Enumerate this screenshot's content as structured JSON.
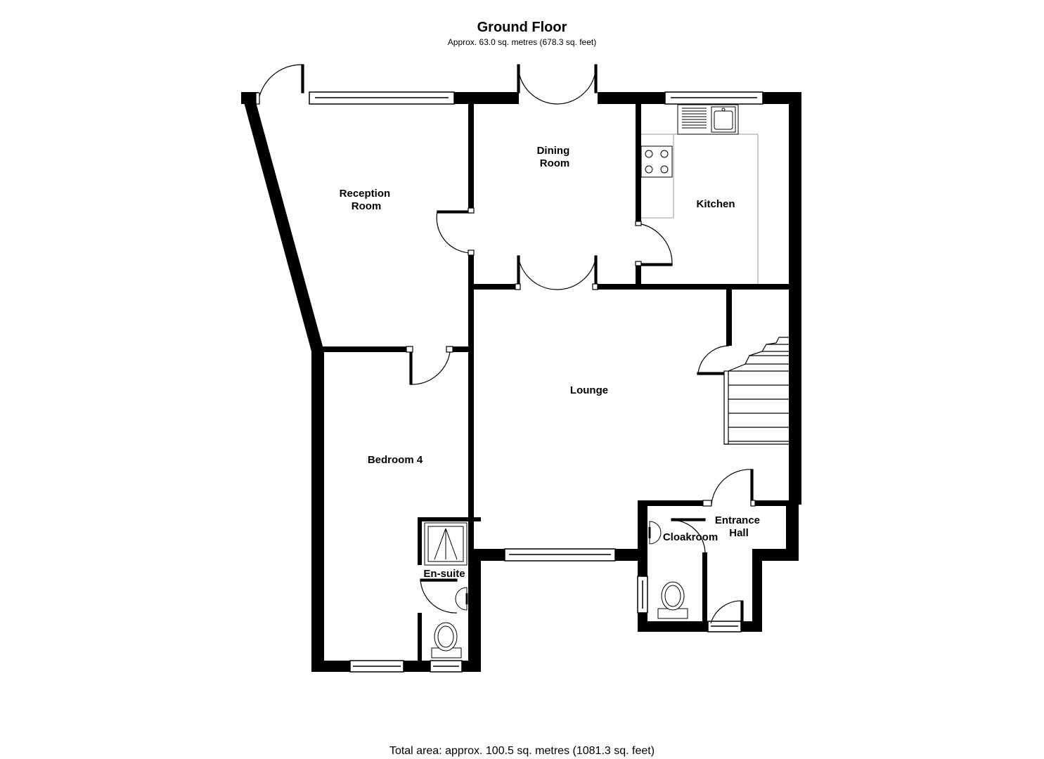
{
  "header": {
    "title": "Ground Floor",
    "subtitle": "Approx.  63.0 sq. metres (678.3 sq. feet)"
  },
  "rooms": {
    "reception": [
      "Reception",
      "Room"
    ],
    "dining": [
      "Dining",
      "Room"
    ],
    "kitchen": "Kitchen",
    "lounge": "Lounge",
    "bedroom4": "Bedroom 4",
    "ensuite": "En-suite",
    "cloakroom": "Cloakroom",
    "entrance": [
      "Entrance",
      "Hall"
    ]
  },
  "footer": {
    "total": "Total area: approx. 100.5 sq. metres (1081.3 sq. feet)"
  }
}
